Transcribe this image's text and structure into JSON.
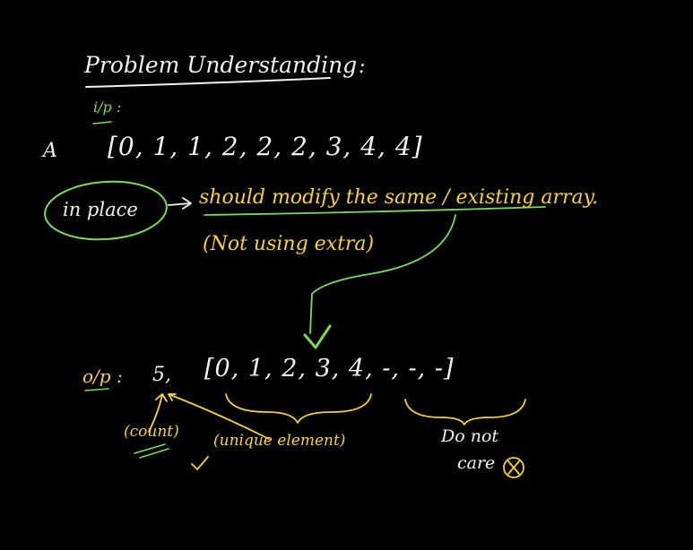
{
  "colors": {
    "background": "#000000",
    "ink_white": "#f2f2f2",
    "ink_yellow": "#f7d23a",
    "ink_green": "#7ed957"
  },
  "title": "Problem Understanding",
  "title_colon": ":",
  "input": {
    "label": "i/p :",
    "array_name": "A",
    "array_values": "[0, 1, 1, 2, 2, 2, 3, 4, 4]"
  },
  "in_place": {
    "label": "in place",
    "meaning": "should modify the same / existing array.",
    "note": "(Not using extra)"
  },
  "output": {
    "label": "o/p :",
    "count_value": "5,",
    "array_values": "[0, 1, 2, 3, 4, -, -, -]",
    "count_note": "(count)",
    "unique_note": "(unique element)",
    "dont_care_line1": "Do not",
    "dont_care_line2": "care"
  }
}
